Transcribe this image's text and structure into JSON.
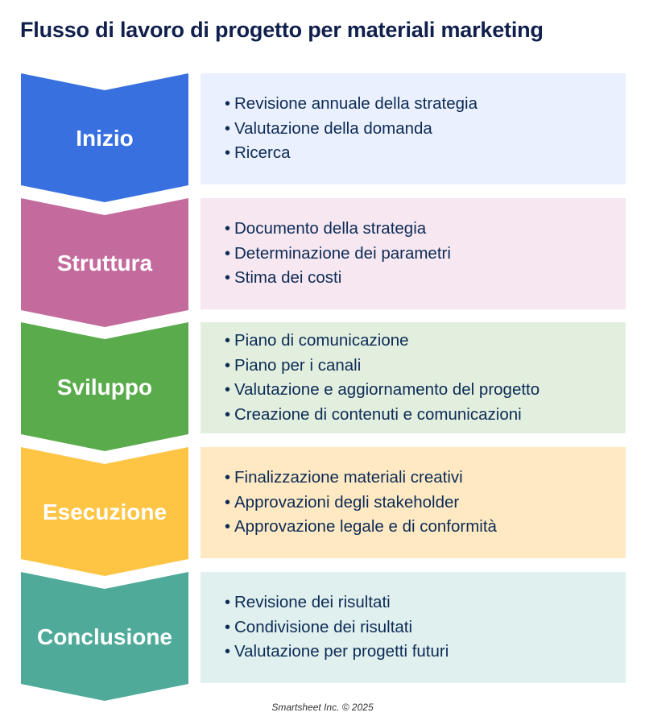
{
  "title": "Flusso di lavoro di progetto per materiali marketing",
  "stages": [
    {
      "label": "Inizio",
      "color": "#3870e0",
      "bg": "#eaf0fd",
      "items": [
        "Revisione annuale della strategia",
        "Valutazione della domanda",
        "Ricerca"
      ]
    },
    {
      "label": "Struttura",
      "color": "#c46b9e",
      "bg": "#f6e7f1",
      "items": [
        "Documento della strategia",
        "Determinazione dei parametri",
        "Stima dei costi"
      ]
    },
    {
      "label": "Sviluppo",
      "color": "#5aab4c",
      "bg": "#e2efdf",
      "items": [
        "Piano di comunicazione",
        "Piano per i canali",
        "Valutazione e aggiornamento del progetto",
        "Creazione di contenuti e comunicazioni"
      ]
    },
    {
      "label": "Esecuzione",
      "color": "#fec444",
      "bg": "#fee9c3",
      "items": [
        "Finalizzazione materiali creativi",
        "Approvazioni degli stakeholder",
        "Approvazione legale e di conformità"
      ]
    },
    {
      "label": "Conclusione",
      "color": "#4faa9a",
      "bg": "#dff0ee",
      "items": [
        "Revisione dei risultati",
        "Condivisione dei risultati",
        "Valutazione per progetti futuri"
      ]
    }
  ],
  "bullet": "•",
  "footer": "Smartsheet Inc. © 2025"
}
